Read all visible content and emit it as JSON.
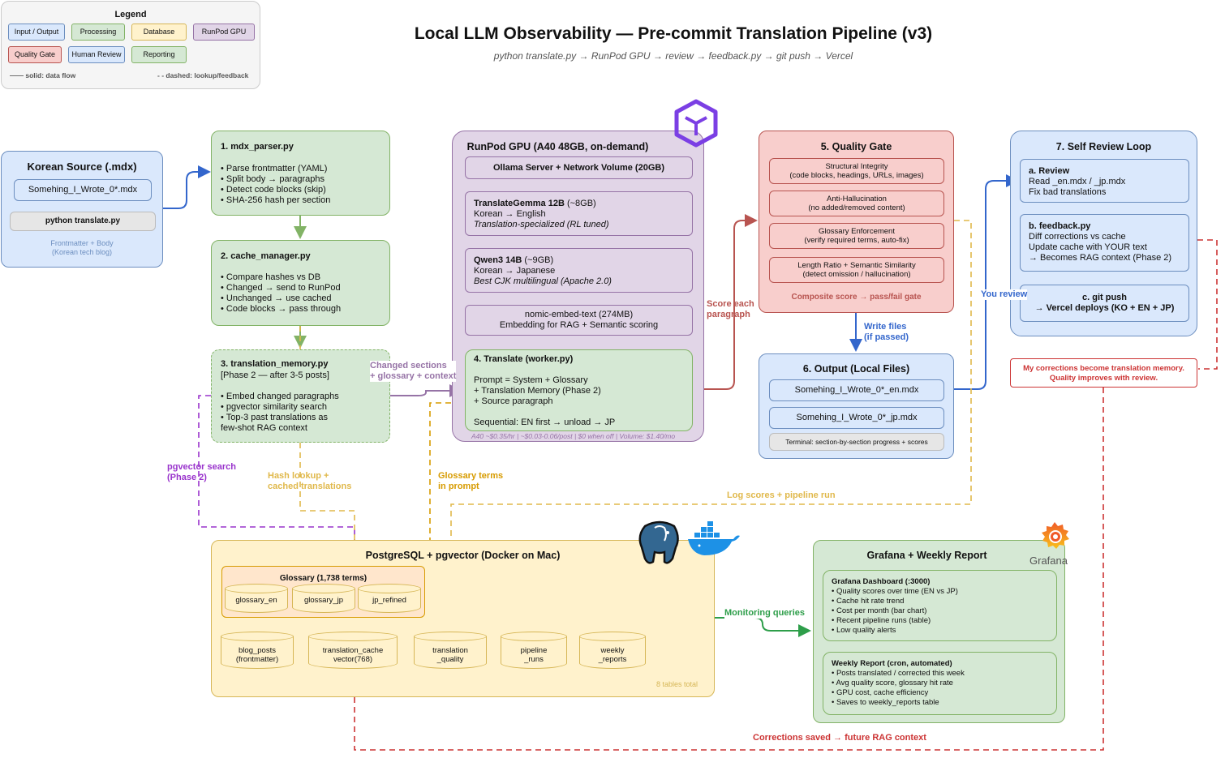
{
  "title": "Local LLM Observability — Pre-commit Translation Pipeline (v3)",
  "subtitle": "python translate.py → RunPod GPU → review → feedback.py → git push → Vercel",
  "legend": {
    "title": "Legend",
    "items": [
      {
        "label": "Input / Output",
        "fill": "#dae8fc",
        "stroke": "#6c8ebf"
      },
      {
        "label": "Processing",
        "fill": "#d5e8d4",
        "stroke": "#82b366"
      },
      {
        "label": "Database",
        "fill": "#fff2cc",
        "stroke": "#d6b656"
      },
      {
        "label": "RunPod GPU",
        "fill": "#e1d5e7",
        "stroke": "#9673a6"
      },
      {
        "label": "Quality Gate",
        "fill": "#f8cecc",
        "stroke": "#b85450"
      },
      {
        "label": "Human Review",
        "fill": "#dae8fc",
        "stroke": "#6c8ebf"
      },
      {
        "label": "Reporting",
        "fill": "#d5e8d4",
        "stroke": "#82b366"
      }
    ],
    "solid_note": "—— solid: data flow",
    "dashed_note": "- - dashed: lookup/feedback"
  },
  "korean_source": {
    "title": "Korean Source (.mdx)",
    "file": "Somehing_I_Wrote_0*.mdx",
    "command": "python translate.py",
    "note": "Frontmatter + Body\n(Korean tech blog)"
  },
  "mdx_parser": {
    "title": "1. mdx_parser.py",
    "lines": [
      "• Parse frontmatter (YAML)",
      "• Split body → paragraphs",
      "• Detect code blocks (skip)",
      "• SHA-256 hash per section"
    ]
  },
  "cache_manager": {
    "title": "2. cache_manager.py",
    "lines": [
      "• Compare hashes vs DB",
      "• Changed → send to RunPod",
      "• Unchanged → use cached",
      "• Code blocks → pass through"
    ]
  },
  "translation_memory": {
    "title": "3. translation_memory.py",
    "subtitle": "[Phase 2 — after 3-5 posts]",
    "lines": [
      "• Embed changed paragraphs",
      "• pgvector similarity search",
      "• Top-3 past translations as",
      "few-shot RAG context"
    ]
  },
  "runpod": {
    "title": "RunPod GPU (A40 48GB, on-demand)",
    "ollama": "Ollama Server + Network Volume (20GB)",
    "gemma": {
      "name": "TranslateGemma 12B",
      "size": " (~8GB)",
      "line2": "Korean → English",
      "line3": "Translation-specialized (RL tuned)"
    },
    "qwen": {
      "name": "Qwen3 14B",
      "size": " (~9GB)",
      "line2": "Korean → Japanese",
      "line3": "Best CJK multilingual (Apache 2.0)"
    },
    "nomic": {
      "line1": "nomic-embed-text (274MB)",
      "line2": "Embedding for RAG + Semantic scoring"
    },
    "worker": {
      "title": "4. Translate (worker.py)",
      "lines": [
        "Prompt = System + Glossary",
        "+ Translation Memory (Phase 2)",
        "+ Source paragraph"
      ],
      "footer": "Sequential: EN first → unload → JP"
    },
    "cost": "A40 ~$0.35/hr | ~$0.03-0.06/post | $0 when off | Volume: $1.40/mo"
  },
  "quality_gate": {
    "title": "5. Quality Gate",
    "checks": [
      {
        "l1": "Structural Integrity",
        "l2": "(code blocks, headings, URLs, images)"
      },
      {
        "l1": "Anti-Hallucination",
        "l2": "(no added/removed content)"
      },
      {
        "l1": "Glossary Enforcement",
        "l2": "(verify required terms, auto-fix)"
      },
      {
        "l1": "Length Ratio + Semantic Similarity",
        "l2": "(detect omission / hallucination)"
      }
    ],
    "footer": "Composite score → pass/fail gate"
  },
  "output": {
    "title": "6. Output (Local Files)",
    "files": [
      "Somehing_I_Wrote_0*_en.mdx",
      "Somehing_I_Wrote_0*_jp.mdx"
    ],
    "terminal": "Terminal: section-by-section progress + scores"
  },
  "review_loop": {
    "title": "7. Self Review Loop",
    "review": {
      "title": "a. Review",
      "lines": [
        "Read _en.mdx / _jp.mdx",
        "Fix bad translations"
      ]
    },
    "feedback": {
      "title": "b. feedback.py",
      "lines": [
        "Diff corrections vs cache",
        "Update cache with YOUR text",
        "→ Becomes RAG context (Phase 2)"
      ]
    },
    "push": {
      "title": "c. git push",
      "line": "→ Vercel deploys (KO + EN + JP)"
    }
  },
  "corrections_note": "My corrections become translation memory.\nQuality improves with review.",
  "postgres": {
    "title": "PostgreSQL + pgvector (Docker on Mac)",
    "glossary_title": "Glossary (1,738 terms)",
    "glossary_tables": [
      "glossary_en",
      "glossary_jp",
      "jp_refined"
    ],
    "tables": [
      "blog_posts\n(frontmatter)",
      "translation_cache\nvector(768)",
      "translation\n_quality",
      "pipeline\n_runs",
      "weekly\n_reports"
    ],
    "total": "8 tables total"
  },
  "grafana": {
    "title": "Grafana + Weekly Report",
    "logo_text": "Grafana",
    "dashboard": {
      "title": "Grafana Dashboard (:3000)",
      "lines": [
        "• Quality scores over time (EN vs JP)",
        "• Cache hit rate trend",
        "• Cost per month (bar chart)",
        "• Recent pipeline runs (table)",
        "• Low quality alerts"
      ]
    },
    "weekly": {
      "title": "Weekly Report (cron, automated)",
      "lines": [
        "• Posts translated / corrected this week",
        "• Avg quality score, glossary hit rate",
        "• GPU cost, cache efficiency",
        "• Saves to weekly_reports table"
      ]
    }
  },
  "edge_labels": {
    "changed_sections": "Changed sections\n+ glossary + context",
    "score_each": "Score each\nparagraph",
    "write_files": "Write files\n(if passed)",
    "you_review": "You review",
    "pgvector_search": "pgvector search\n(Phase 2)",
    "hash_lookup": "Hash lookup +\ncached translations",
    "glossary_terms": "Glossary terms\nin prompt",
    "log_scores": "Log scores + pipeline run",
    "monitoring": "Monitoring queries",
    "corrections_saved": "Corrections saved → future RAG context"
  },
  "colors": {
    "blue_line": "#3366cc",
    "green_line": "#82b366",
    "purple_line": "#9673a6",
    "red_line": "#b85450",
    "orange_line": "#d79b00",
    "dash_purple": "#9933cc",
    "dash_red": "#cc3333",
    "dash_gold": "#e0b84a",
    "grafana_green": "#2e9e4a"
  }
}
